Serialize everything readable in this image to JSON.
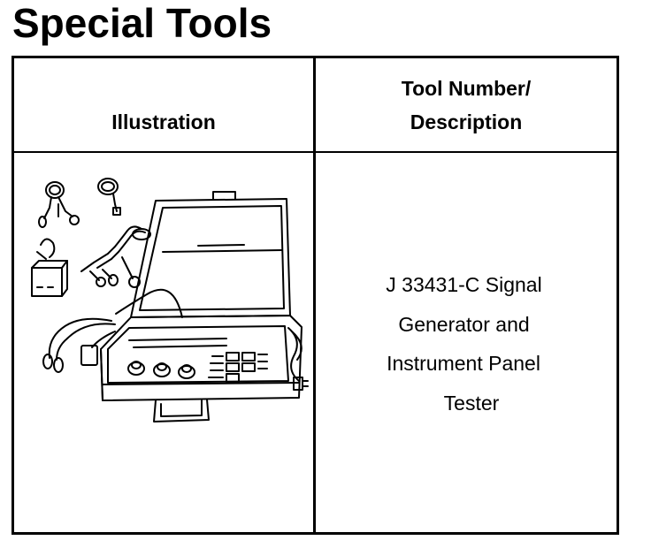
{
  "page": {
    "title": "Special Tools"
  },
  "table": {
    "headers": {
      "illustration": "Illustration",
      "tool_number_line1": "Tool Number/",
      "tool_number_line2": "Description"
    },
    "rows": [
      {
        "illustration_icon": "signal-generator-case-illustration",
        "description_lines": [
          "J 33431-C Signal",
          "Generator and",
          "Instrument Panel",
          "Tester"
        ]
      }
    ]
  }
}
